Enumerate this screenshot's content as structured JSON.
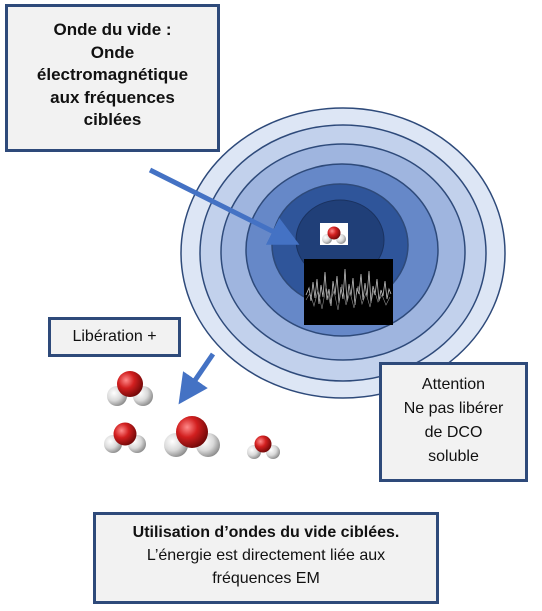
{
  "title_box": {
    "line1": "Onde du vide :",
    "line2": "Onde",
    "line3": "électromagnétique",
    "line4": "aux fréquences",
    "line5": "ciblées"
  },
  "liberation_label": "Libération +",
  "attention_box": {
    "line1": "Attention",
    "line2": "Ne pas libérer",
    "line3": "de DCO",
    "line4": "soluble"
  },
  "bottom_box": {
    "line1": "Utilisation d’ondes du vide ciblées.",
    "line2": "L’énergie est directement liée aux",
    "line3": "fréquences EM"
  },
  "colors": {
    "border": "#2e4a7a",
    "box_fill": "#f2f2f2",
    "arrow": "#4472c4",
    "ring1": "#dde6f5",
    "ring2": "#c2d1ec",
    "ring3": "#9fb5df",
    "ring4": "#6688c8",
    "ring5": "#2f559a",
    "core": "#203f78",
    "oxygen": "#d21f1f",
    "hydrogen": "#d9d9d9"
  },
  "icons": [
    "water-molecule-icon",
    "noise-signal-icon",
    "arrow-icon"
  ]
}
